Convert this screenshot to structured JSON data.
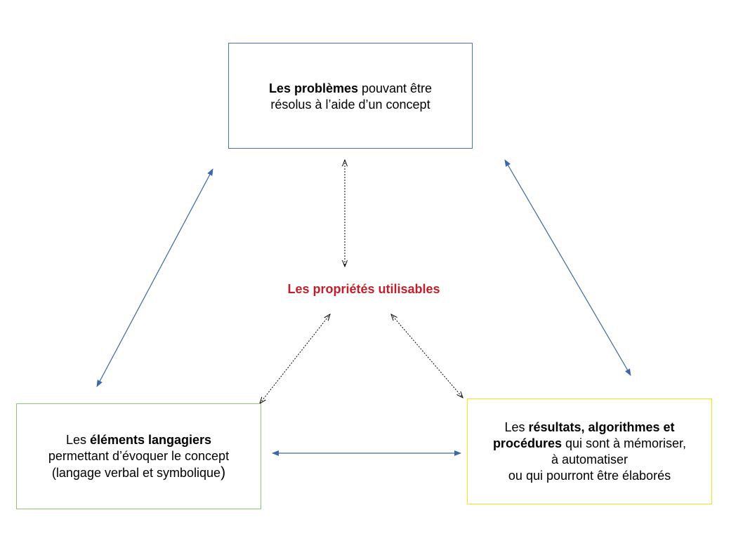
{
  "colors": {
    "blue_arrow": "#3a68a8",
    "dotted_arrow": "#000000",
    "top_border": "#4a72b0",
    "left_border": "#8fc47a",
    "right_border": "#f2e51a",
    "center_text": "#c0202a"
  },
  "top_box": {
    "bold": "Les problèmes",
    "line1_rest": " pouvant être",
    "line2": "résolus à l’aide d’un concept"
  },
  "center": {
    "label": "Les propriétés utilisables"
  },
  "left_box": {
    "prefix": "Les ",
    "bold": "éléments langagiers",
    "line2": "permettant d’évoquer le concept",
    "line3": "(langage verbal et symbolique",
    "line3_paren": ")"
  },
  "right_box": {
    "prefix": "Les ",
    "bold_line1": "résultats, algorithmes et",
    "bold_line2": "procédures",
    "line2_rest": " qui sont à mémoriser,",
    "line3": "à automatiser",
    "line4": "ou qui pourront être élaborés"
  }
}
